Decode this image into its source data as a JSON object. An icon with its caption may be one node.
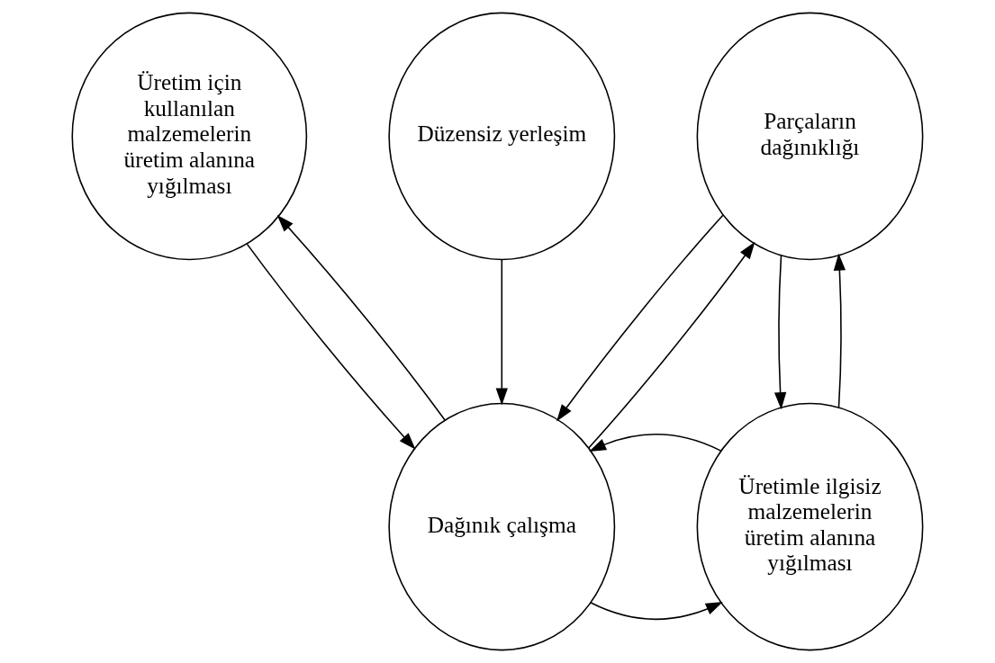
{
  "diagram": {
    "nodes": [
      {
        "text": [
          "Parçaların dağınıklığı"
        ]
      },
      {
        "text": [
          "Üretim için kullanılan malzemelerin üretim alanına yığılması"
        ]
      },
      {
        "text": [
          "Düzensiz yerleşim"
        ]
      },
      {
        "text": [
          "Dağınık çalışma"
        ]
      },
      {
        "text": [
          "Üretimle ilgisiz malzemelerin üretim alanına yığılması"
        ]
      }
    ],
    "edges": [
      {
        "from": 0,
        "to": 3,
        "arrow": "to"
      },
      {
        "from": 3,
        "to": 0,
        "arrow": "to"
      },
      {
        "from": 1,
        "to": 3,
        "arrow": "to"
      },
      {
        "from": 3,
        "to": 1,
        "arrow": "to"
      },
      {
        "from": 2,
        "to": 3,
        "arrow": "to"
      },
      {
        "from": 0,
        "to": 4,
        "arrow": "to"
      },
      {
        "from": 4,
        "to": 0,
        "arrow": "to"
      },
      {
        "from": 3,
        "to": 4,
        "arrow": "to"
      },
      {
        "from": 4,
        "to": 3,
        "arrow": "to"
      }
    ]
  }
}
